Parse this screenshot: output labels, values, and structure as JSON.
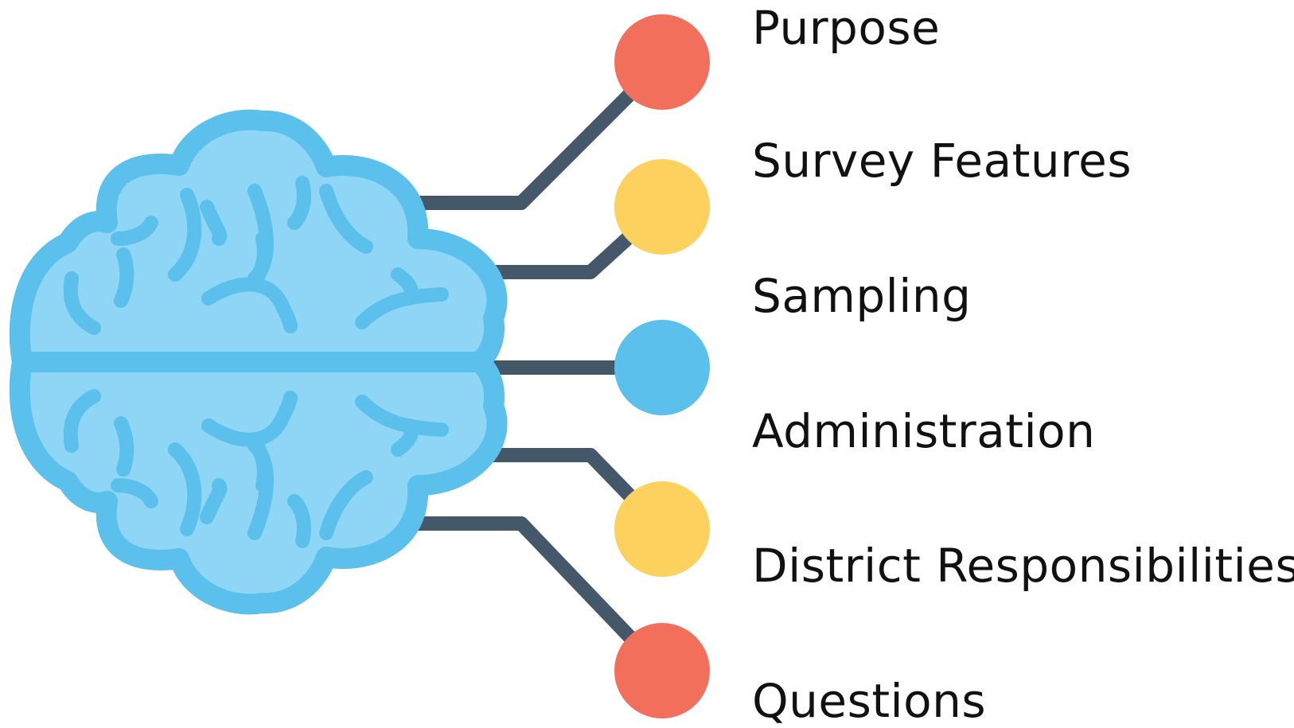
{
  "colors": {
    "brain_outline": "#5BC0EB",
    "brain_fill": "#8FD5F5",
    "connector": "#44586A",
    "red": "#F2705B",
    "yellow": "#FDD15E",
    "blue": "#5BC0EB"
  },
  "topics": [
    {
      "label": "Purpose",
      "color": "#F2705B"
    },
    {
      "label": "Survey Features",
      "color": "#FDD15E"
    },
    {
      "label": "Sampling",
      "color": "#5BC0EB"
    },
    {
      "label": "Administration",
      "color": "#FDD15E"
    },
    {
      "label": "District Responsibilities",
      "color": "#F2705B"
    },
    {
      "label": "Questions",
      "color": ""
    }
  ],
  "icons": {
    "brain": "brain-icon"
  }
}
